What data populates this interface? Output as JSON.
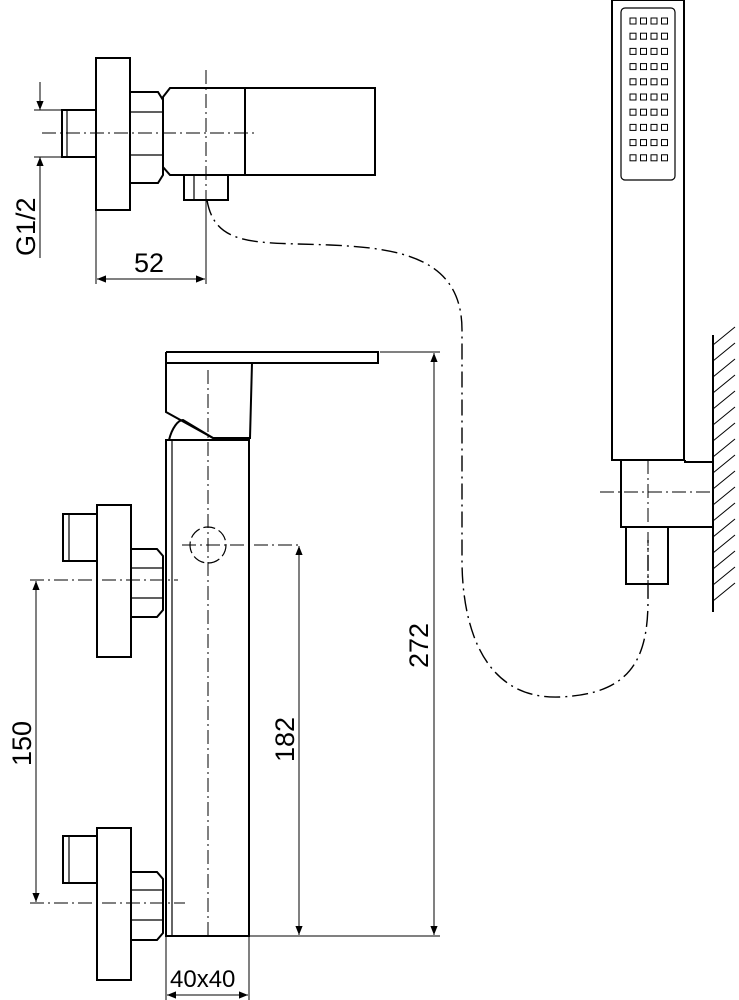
{
  "dimensions": {
    "thread": "G1/2",
    "depth": "52",
    "total_height": "272",
    "outlet_height": "182",
    "inlet_spacing": "150",
    "body_section": "40x40"
  },
  "colors": {
    "line": "#000000",
    "background": "#ffffff"
  }
}
